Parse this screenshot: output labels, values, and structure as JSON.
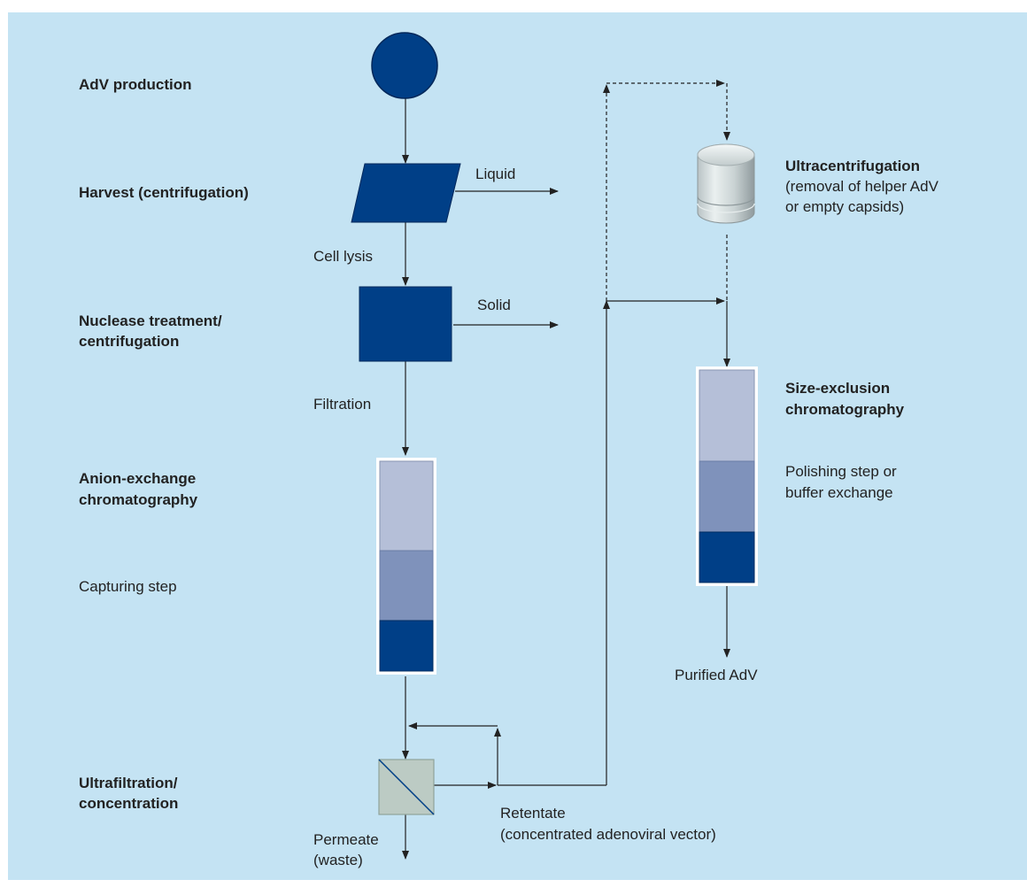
{
  "steps": {
    "production": {
      "label": "AdV production"
    },
    "harvest": {
      "label": "Harvest (centrifugation)"
    },
    "nuclease": {
      "line1": "Nuclease treatment/",
      "line2": "centrifugation"
    },
    "anion": {
      "line1": "Anion-exchange",
      "line2": "chromatography",
      "note": "Capturing step"
    },
    "ultrafiltration": {
      "line1": "Ultrafiltration/",
      "line2": "concentration"
    },
    "ultracentrifugation": {
      "title": "Ultracentrifugation",
      "note1": "(removal of helper AdV",
      "note2": "or empty capsids)"
    },
    "sec": {
      "line1": "Size-exclusion",
      "line2": "chromatography",
      "note1": "Polishing step or",
      "note2": "buffer exchange"
    }
  },
  "flows": {
    "liquid": "Liquid",
    "solid": "Solid",
    "cell_lysis": "Cell lysis",
    "filtration": "Filtration",
    "retentate1": "Retentate",
    "retentate2": "(concentrated adenoviral vector)",
    "permeate1": "Permeate",
    "permeate2": "(waste)",
    "purified": "Purified AdV"
  },
  "colors": {
    "background": "#c4e3f3",
    "dark_blue": "#003f87",
    "mid_blue": "#7f92bb",
    "light_blue": "#b5bfd8",
    "filter_gray": "#bccbc4"
  }
}
